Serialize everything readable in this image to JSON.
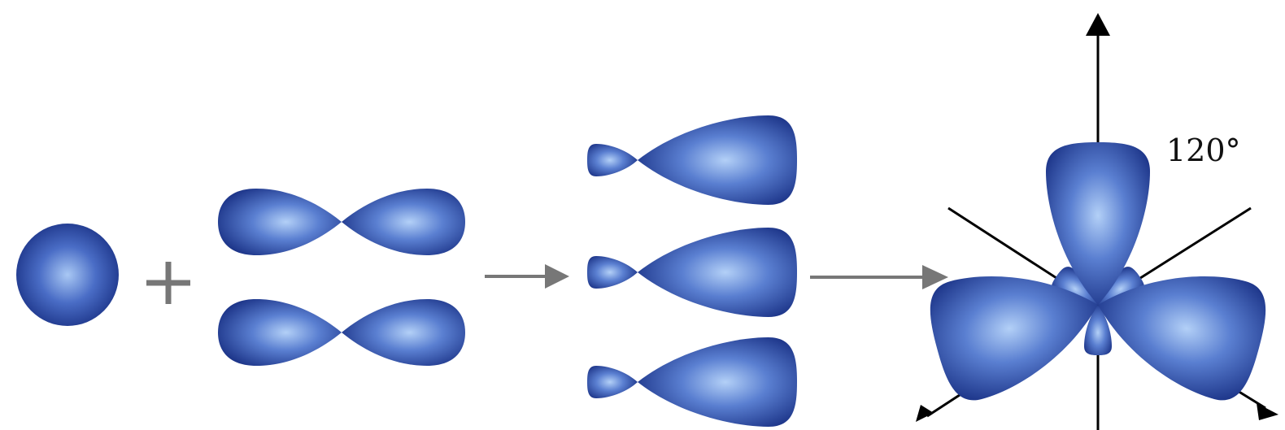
{
  "diagram": {
    "angle_label": "120°",
    "colors": {
      "lobe_dark": "#1f3c8f",
      "lobe_mid": "#3f5fbe",
      "lobe_light": "#a9c8f4",
      "arrow_gray": "#777777",
      "axis_black": "#000000",
      "plus_gray": "#777777"
    },
    "icons": [
      "s-orbital",
      "plus-sign",
      "p-orbital",
      "reaction-arrow",
      "sp2-hybrid-orbital",
      "axis-arrow"
    ]
  }
}
